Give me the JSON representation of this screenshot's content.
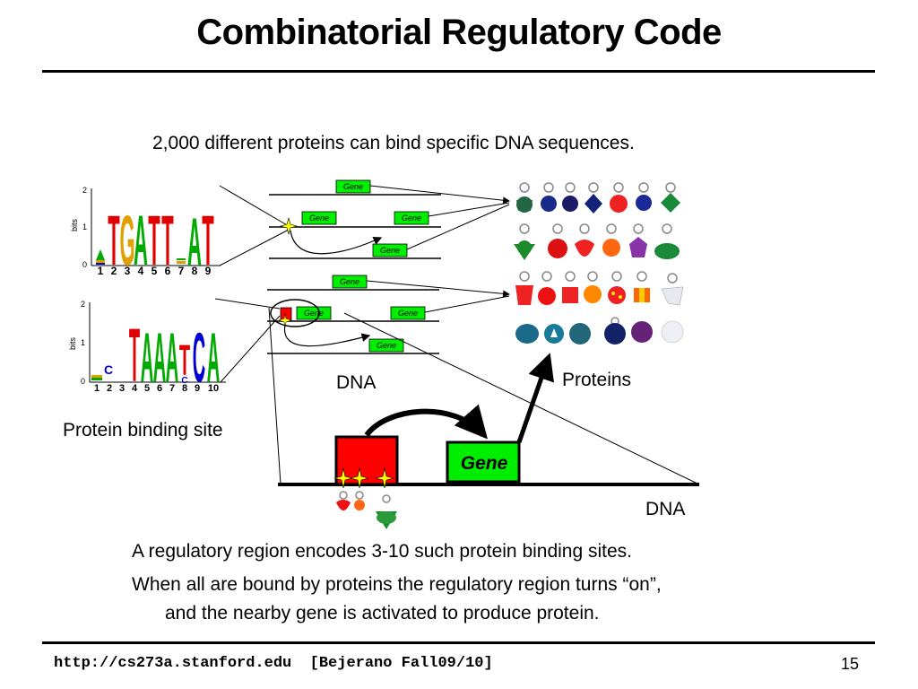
{
  "slide": {
    "title": "Combinatorial Regulatory Code",
    "subtitle": "2,000 different proteins can bind specific DNA sequences.",
    "labels": {
      "dna_top": "DNA",
      "proteins": "Proteins",
      "protein_binding_site": "Protein binding site",
      "dna_bottom": "DNA",
      "gene": "Gene"
    },
    "paragraphs": [
      "A regulatory region encodes 3-10 such protein binding sites.",
      "When all are bound by proteins the regulatory region turns “on”,",
      "and the nearby gene is activated to produce protein."
    ],
    "footer": {
      "url_text": "http://cs273a.stanford.edu  [Bejerano Fall09/10]",
      "page_number": "15"
    }
  },
  "logo1": {
    "axis_label": "bits",
    "ticks_y": [
      "2",
      "1",
      "0"
    ],
    "ticks_x": [
      "1",
      "2",
      "3",
      "4",
      "5",
      "6",
      "7",
      "8",
      "9"
    ],
    "letters": [
      "T",
      "G",
      "A",
      "T",
      "T",
      "A",
      "T"
    ]
  },
  "logo2": {
    "axis_label": "bits",
    "ticks_y": [
      "2",
      "1",
      "0"
    ],
    "ticks_x": [
      "1",
      "2",
      "3",
      "4",
      "5",
      "6",
      "7",
      "8",
      "9",
      "10"
    ],
    "letters": [
      "T",
      "A",
      "A",
      "A",
      "T",
      "C",
      "A"
    ]
  },
  "colors": {
    "gene_green": "#00ee00",
    "binding_site_red": "#ff0000",
    "logo_T": "#e00000",
    "logo_A": "#00aa00",
    "logo_G": "#e0a000",
    "logo_C": "#0000d0"
  }
}
